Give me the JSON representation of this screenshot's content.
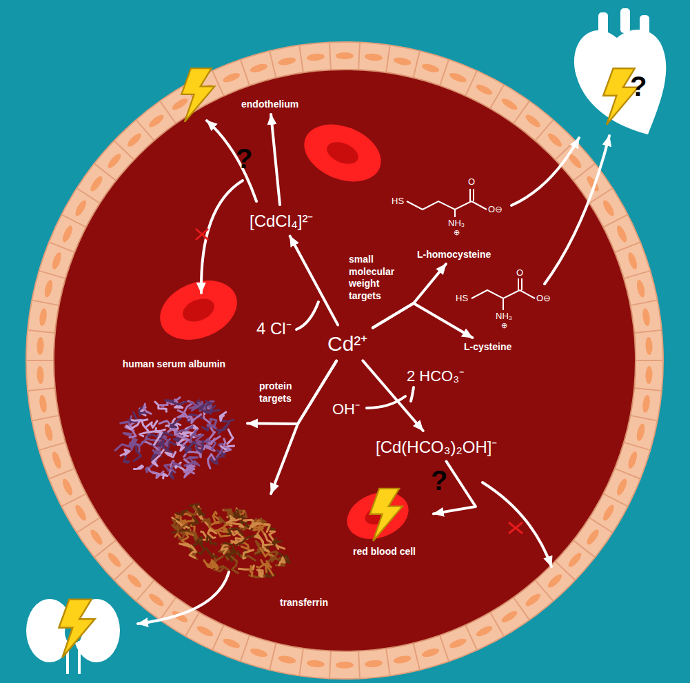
{
  "diagram": {
    "nodes": [
      {
        "text": [
          "Cd²⁺"
        ]
      },
      {
        "text": [
          "[CdCl₄]²⁻"
        ]
      },
      {
        "text": [
          "endothelium"
        ]
      },
      {
        "text": [
          "L-homocysteine"
        ]
      },
      {
        "text": [
          "L-cysteine"
        ]
      },
      {
        "text": [
          "human serum albumin"
        ]
      },
      {
        "text": [
          "transferrin"
        ]
      },
      {
        "text": [
          "[Cd(HCO₃)₂OH]⁻"
        ]
      },
      {
        "text": [
          "red blood cell"
        ]
      }
    ],
    "edges": [
      {
        "from": 0,
        "to": 1,
        "arrow": "to"
      },
      {
        "from": 1,
        "to": 2,
        "arrow": "to"
      },
      {
        "from": 0,
        "to": 3,
        "arrow": "to"
      },
      {
        "from": 0,
        "to": 4,
        "arrow": "to"
      },
      {
        "from": 0,
        "to": 5,
        "arrow": "to"
      },
      {
        "from": 0,
        "to": 6,
        "arrow": "to"
      },
      {
        "from": 0,
        "to": 7,
        "arrow": "to"
      },
      {
        "from": 7,
        "to": 8,
        "arrow": "to"
      }
    ],
    "labels": [
      "4 Cl⁻",
      "small molecular weight targets",
      "protein targets",
      "2 HCO₃⁻",
      "OH⁻",
      "?",
      "?",
      "?",
      "HS",
      "O",
      "O⊖",
      "NH₃",
      "⊕",
      "HS",
      "O",
      "O⊖",
      "NH₃",
      "⊕"
    ]
  }
}
